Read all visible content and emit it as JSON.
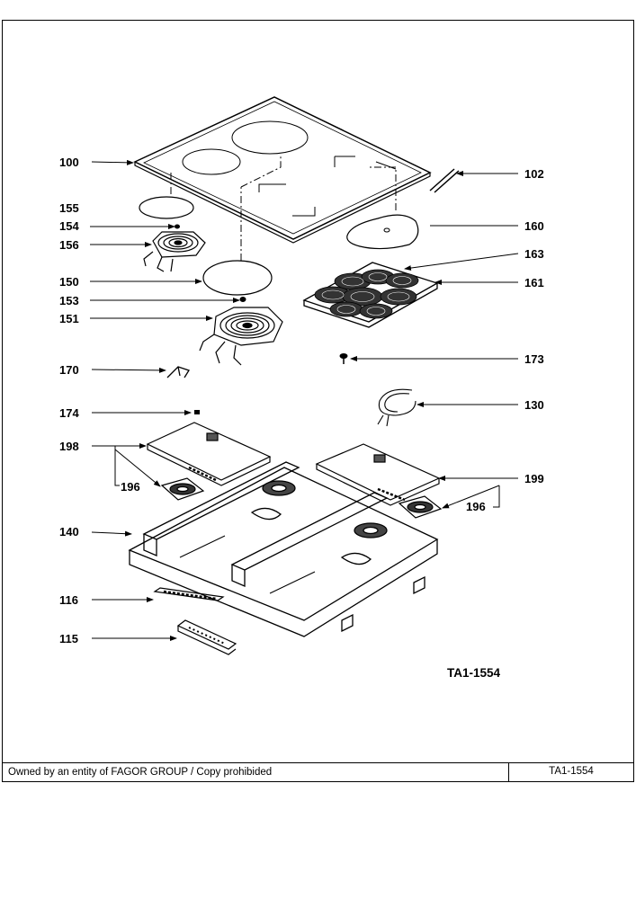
{
  "labels": {
    "l100": "100",
    "l102": "102",
    "l155": "155",
    "l154": "154",
    "l156": "156",
    "l160": "160",
    "l163": "163",
    "l150": "150",
    "l153": "153",
    "l161": "161",
    "l151": "151",
    "l173": "173",
    "l170": "170",
    "l130": "130",
    "l174": "174",
    "l198": "198",
    "l199": "199",
    "l196a": "196",
    "l196b": "196",
    "l140": "140",
    "l116": "116",
    "l115": "115"
  },
  "diagram_code": "TA1-1554",
  "footer": {
    "ownership": "Owned by an entity of FAGOR GROUP / Copy prohibided",
    "code": "TA1-1554"
  }
}
